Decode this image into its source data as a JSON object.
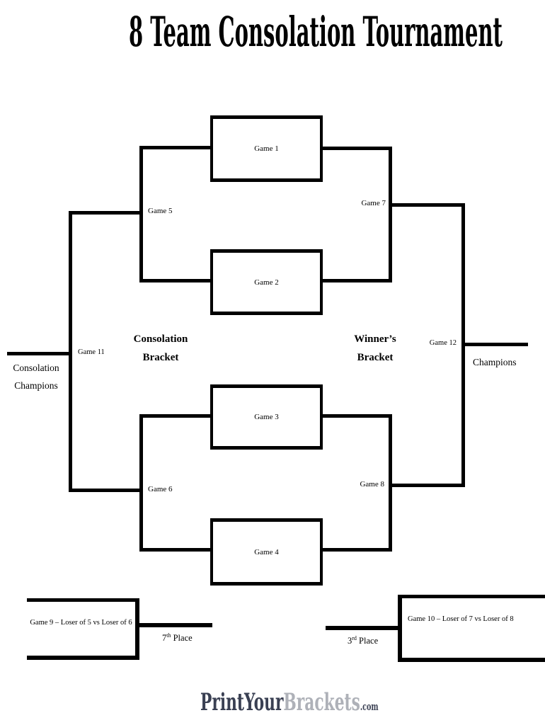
{
  "title": "8 Team Consolation Tournament",
  "colors": {
    "line": "#000000",
    "logo_dark": "#3a4053",
    "logo_light": "#aeb1b8"
  },
  "center_games": [
    {
      "label": "Game 1"
    },
    {
      "label": "Game 2"
    },
    {
      "label": "Game 3"
    },
    {
      "label": "Game 4"
    }
  ],
  "connectors": {
    "game5": "Game 5",
    "game6": "Game 6",
    "game7": "Game 7",
    "game8": "Game 8",
    "game11": "Game 11",
    "game12": "Game 12"
  },
  "sections": {
    "consolation": {
      "line1": "Consolation",
      "line2": "Bracket"
    },
    "winners": {
      "line1": "Winner’s",
      "line2": "Bracket"
    }
  },
  "results": {
    "consolation_champion": {
      "line1": "Consolation",
      "line2": "Champions"
    },
    "champion": "Champions"
  },
  "placement_games": {
    "game9": "Game 9 – Loser of 5 vs Loser of 6",
    "game10": "Game 10 – Loser of 7 vs Loser of 8"
  },
  "places": {
    "seventh": {
      "number": "7",
      "suffix": "th",
      "word": " Place"
    },
    "third": {
      "number": "3",
      "suffix": "rd",
      "word": " Place"
    }
  },
  "logo": {
    "part1": "PrintYour",
    "part2": "Brackets",
    "part3": ".com"
  }
}
